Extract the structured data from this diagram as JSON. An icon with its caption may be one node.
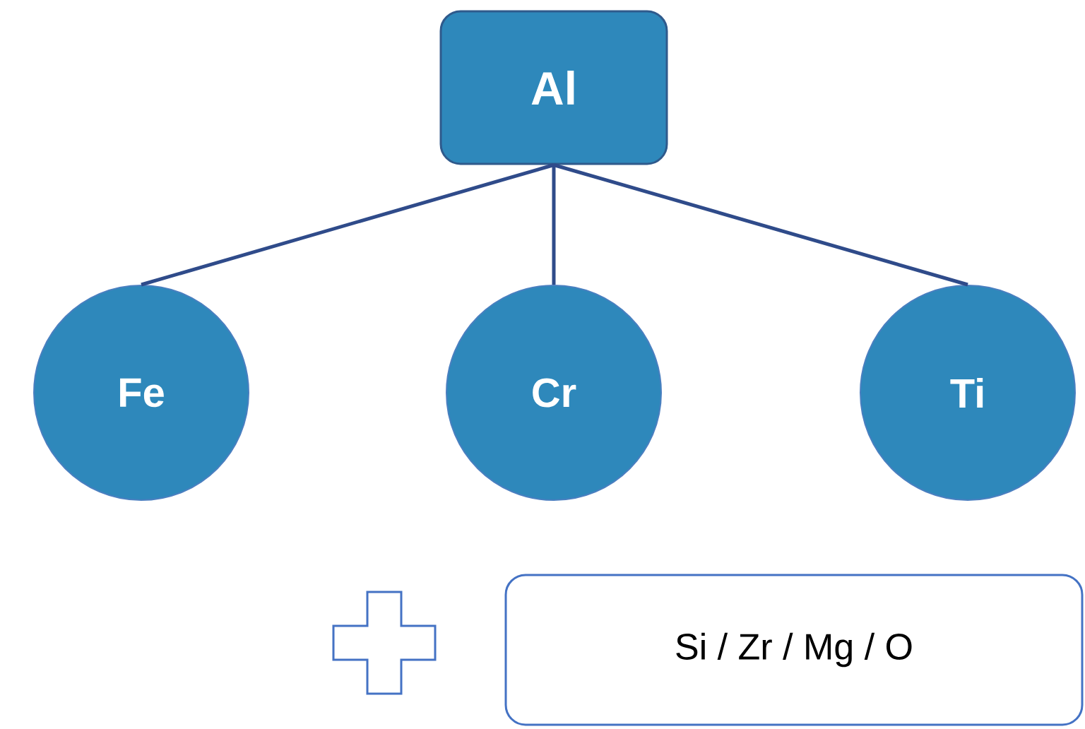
{
  "diagram": {
    "nodes": [
      {
        "text": [
          "Al"
        ]
      },
      {
        "text": [
          "Fe"
        ]
      },
      {
        "text": [
          "Cr"
        ]
      },
      {
        "text": [
          "Ti"
        ]
      },
      {
        "text": [
          "Si / Zr / Mg / O"
        ]
      }
    ],
    "edges": [
      {
        "from": 0,
        "to": 1,
        "arrow": "none"
      },
      {
        "from": 0,
        "to": 2,
        "arrow": "none"
      },
      {
        "from": 0,
        "to": 3,
        "arrow": "none"
      }
    ]
  }
}
